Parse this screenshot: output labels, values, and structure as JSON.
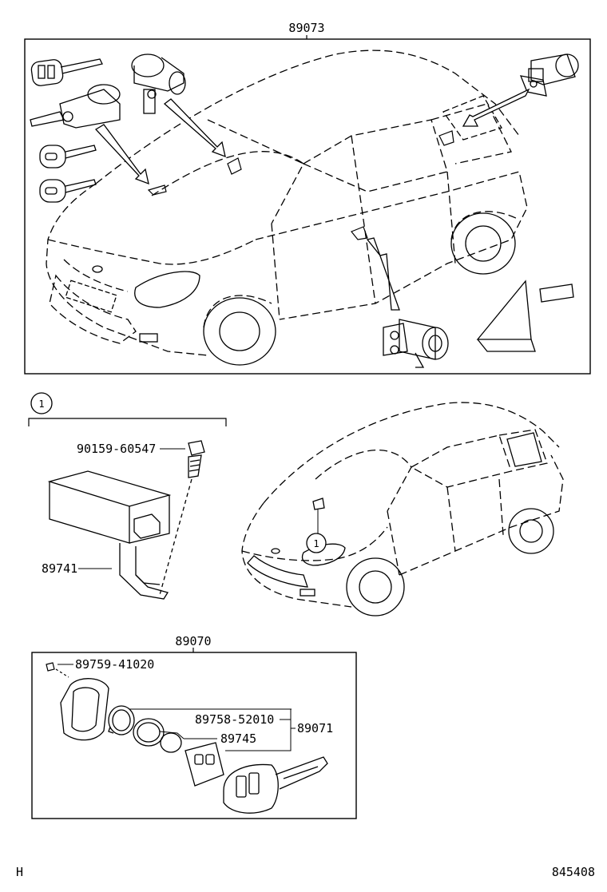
{
  "parts": {
    "main_assembly": "89073",
    "callout_number": "1",
    "computer_bolt": "90159-60547",
    "computer": "89741",
    "transmitter_set": "89070",
    "screw": "89759-41020",
    "packing": "89758-52010",
    "battery": "89745",
    "transmitter_housing": "89071",
    "car_callout": "1"
  },
  "footer": {
    "left_code": "H",
    "diagram_number": "845408"
  }
}
